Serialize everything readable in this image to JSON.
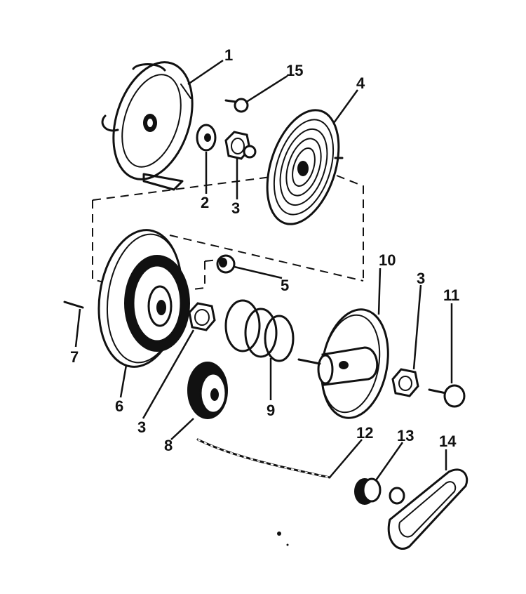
{
  "callouts": {
    "c1": "1",
    "c2": "2",
    "c3a": "3",
    "c3b": "3",
    "c3c": "3",
    "c4": "4",
    "c5": "5",
    "c6": "6",
    "c7": "7",
    "c8": "8",
    "c9": "9",
    "c10": "10",
    "c11": "11",
    "c12": "12",
    "c13": "13",
    "c14": "14",
    "c15": "15"
  }
}
